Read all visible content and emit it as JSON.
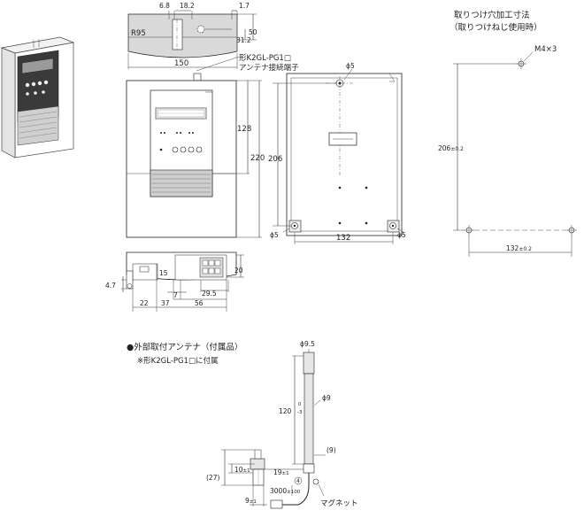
{
  "top_view": {
    "dims": {
      "d68": "6.8",
      "d182": "18.2",
      "d17": "1.7",
      "r95": "R95",
      "d50": "50",
      "d312": "31.2",
      "d150": "150"
    },
    "antenna_note_1": "形K2GL-PG1□",
    "antenna_note_2": "アンテナ接続端子"
  },
  "front_view": {
    "dims": {
      "d128": "128",
      "d220": "220"
    }
  },
  "back_view": {
    "dims": {
      "hole_top": "ϕ5",
      "d206": "206",
      "hole_bl": "ϕ5",
      "hole_br": "ϕ5",
      "d132": "132"
    }
  },
  "bottom_view": {
    "dims": {
      "d47": "4.7",
      "d15": "15",
      "d20": "20",
      "d7": "7",
      "d295": "29.5",
      "d22": "22",
      "d37": "37",
      "d56": "56"
    }
  },
  "mounting": {
    "title_1": "取りつけ穴加工寸法",
    "title_2": "（取りつけねじ使用時）",
    "screw": "M4×3",
    "v_dim": "206",
    "v_tol": "±0.2",
    "h_dim": "132",
    "h_tol": "±0.2"
  },
  "antenna": {
    "heading": "●外部取付アンテナ（付属品）",
    "subnote": "※形K2GL-PG1□に付属",
    "d95": "ϕ9.5",
    "d9": "ϕ9",
    "len120": "120",
    "len120_tol_plus": "0",
    "len120_tol_minus": "-3",
    "paren9": "(9)",
    "d10": "10",
    "d10_tol": "±1",
    "d19": "19",
    "d19_tol": "±1",
    "paren27": "(27)",
    "circle4": "4",
    "cable": "3000",
    "cable_tol": "±100",
    "d9b": "9",
    "d9b_tol": "±1",
    "magnet": "マグネット"
  }
}
